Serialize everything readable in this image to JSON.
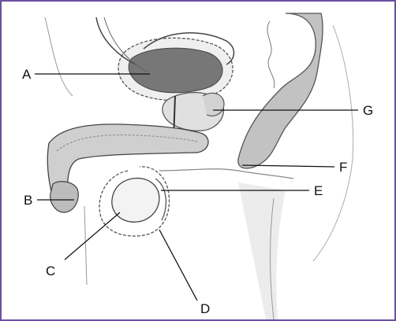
{
  "colors": {
    "frame": "#6b4fa0",
    "ink": "#333333",
    "bladder_fill": "#777777",
    "organ_fill": "#e8e8e8",
    "rectum_fill": "#bdbdbd",
    "leg_shade": "#ececec"
  },
  "labels": {
    "A": "A",
    "B": "B",
    "C": "C",
    "D": "D",
    "E": "E",
    "F": "F",
    "G": "G"
  }
}
